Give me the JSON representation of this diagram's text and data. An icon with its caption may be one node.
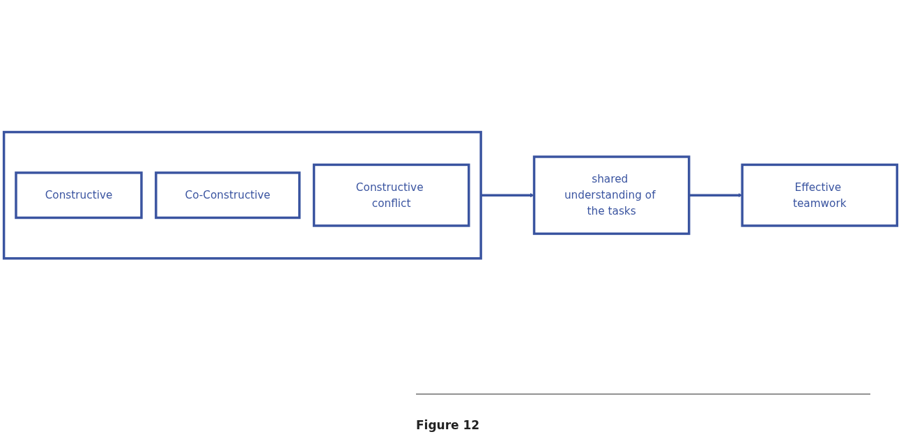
{
  "diagram": {
    "caption": "Figure 12",
    "nodes": [
      {
        "text": [],
        "shape": "box"
      },
      {
        "text": [
          "Constructive"
        ],
        "in": 0
      },
      {
        "text": [
          "Co-Constructive"
        ],
        "in": 0
      },
      {
        "text": [
          "Constructive conflict"
        ],
        "in": 0
      },
      {
        "text": [
          "shared understanding of the tasks"
        ]
      },
      {
        "text": [
          "Effective teamwork"
        ]
      }
    ],
    "edges": [
      {
        "from": 0,
        "to": 4,
        "arrow": "to"
      },
      {
        "from": 4,
        "to": 5,
        "arrow": "to"
      }
    ]
  }
}
